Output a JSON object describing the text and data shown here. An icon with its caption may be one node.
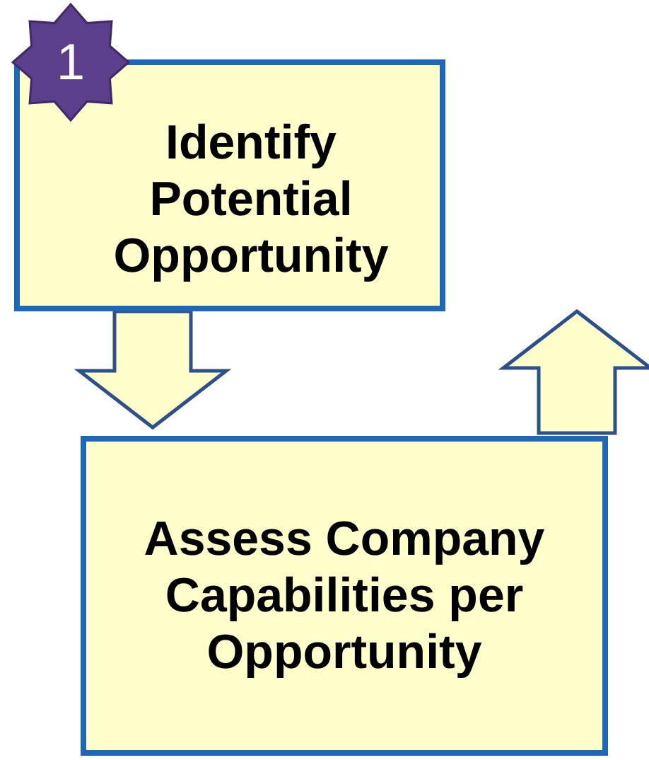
{
  "diagram": {
    "nodes": [
      {
        "text": [
          "Identify Potential Opportunity"
        ]
      },
      {
        "text": [
          "1"
        ]
      },
      {
        "text": [
          "Assess Company Capabilities per Opportunity"
        ]
      }
    ],
    "edges": [
      {
        "from": 0,
        "to": 2,
        "arrow": "to"
      },
      {
        "from": 2,
        "to": null,
        "arrow": "to"
      }
    ]
  }
}
